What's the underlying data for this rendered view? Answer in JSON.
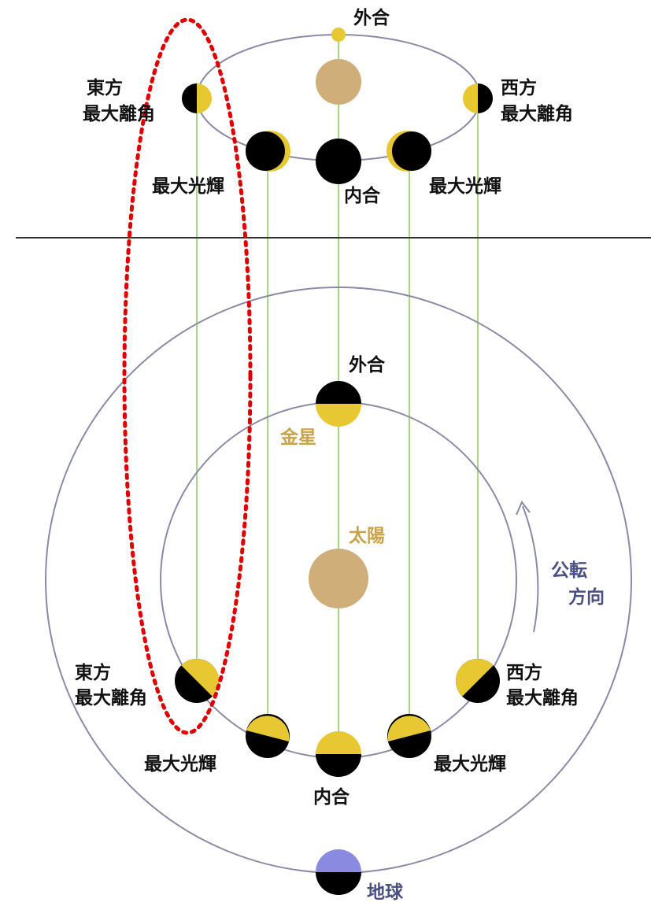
{
  "top": {
    "superior_conjunction": "外合",
    "east_elong_line1": "東方",
    "east_elong_line2": "最大離角",
    "west_elong_line1": "西方",
    "west_elong_line2": "最大離角",
    "greatest_brilliancy_left": "最大光輝",
    "greatest_brilliancy_right": "最大光輝",
    "inferior_conjunction": "内合"
  },
  "bottom": {
    "superior_conjunction": "外合",
    "venus": "金星",
    "sun": "太陽",
    "revolution_line1": "公転",
    "revolution_line2": "方向",
    "east_elong_line1": "東方",
    "east_elong_line2": "最大離角",
    "west_elong_line1": "西方",
    "west_elong_line2": "最大離角",
    "greatest_brilliancy_left": "最大光輝",
    "greatest_brilliancy_right": "最大光輝",
    "inferior_conjunction": "内合",
    "earth": "地球"
  },
  "colors": {
    "orbit": "#8a8aa8",
    "projection_line": "#a6d982",
    "venus_lit": "#e8c832",
    "venus_dark": "#000000",
    "sun": "#cfae79",
    "earth": "#8a8ae0",
    "highlight": "#e00000",
    "divider": "#333333"
  }
}
